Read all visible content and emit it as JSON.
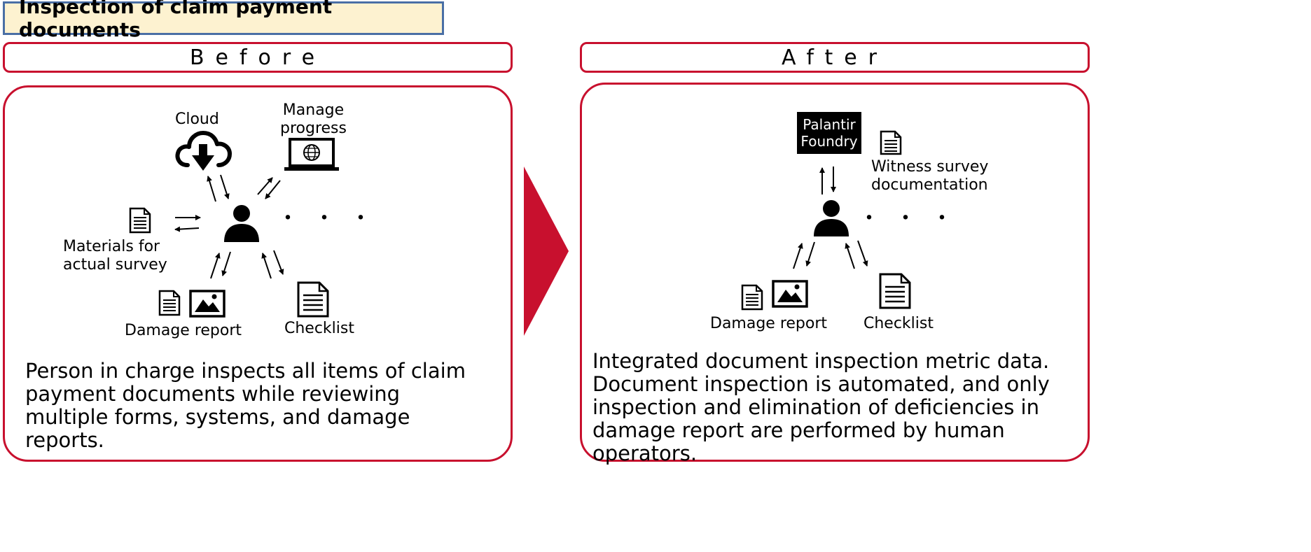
{
  "title": "Inspection of claim payment documents",
  "before": {
    "header": "Before",
    "labels": {
      "cloud": "Cloud",
      "manage_progress": "Manage\nprogress",
      "materials": "Materials for\nactual survey",
      "damage_report": "Damage report",
      "checklist": "Checklist"
    },
    "ellipsis": "・・・",
    "description": "Person in charge inspects all items of claim payment documents while reviewing multiple forms, systems, and damage reports."
  },
  "after": {
    "header": "After",
    "labels": {
      "palantir": "Palantir\nFoundry",
      "witness": "Witness survey\ndocumentation",
      "damage_report": "Damage report",
      "checklist": "Checklist"
    },
    "ellipsis": "・・・",
    "description": "Integrated document inspection metric data. Document inspection is automated, and only inspection and elimination of deficiencies in damage report are performed by human operators."
  },
  "colors": {
    "accent_red": "#c8102e",
    "title_bg": "#fdf2d0",
    "title_border": "#4a6fa5"
  },
  "icons": {
    "cloud": "cloud-download-icon",
    "laptop": "laptop-globe-icon",
    "document": "document-icon",
    "image": "image-icon",
    "person": "person-icon",
    "arrow": "big-right-arrow-icon"
  }
}
